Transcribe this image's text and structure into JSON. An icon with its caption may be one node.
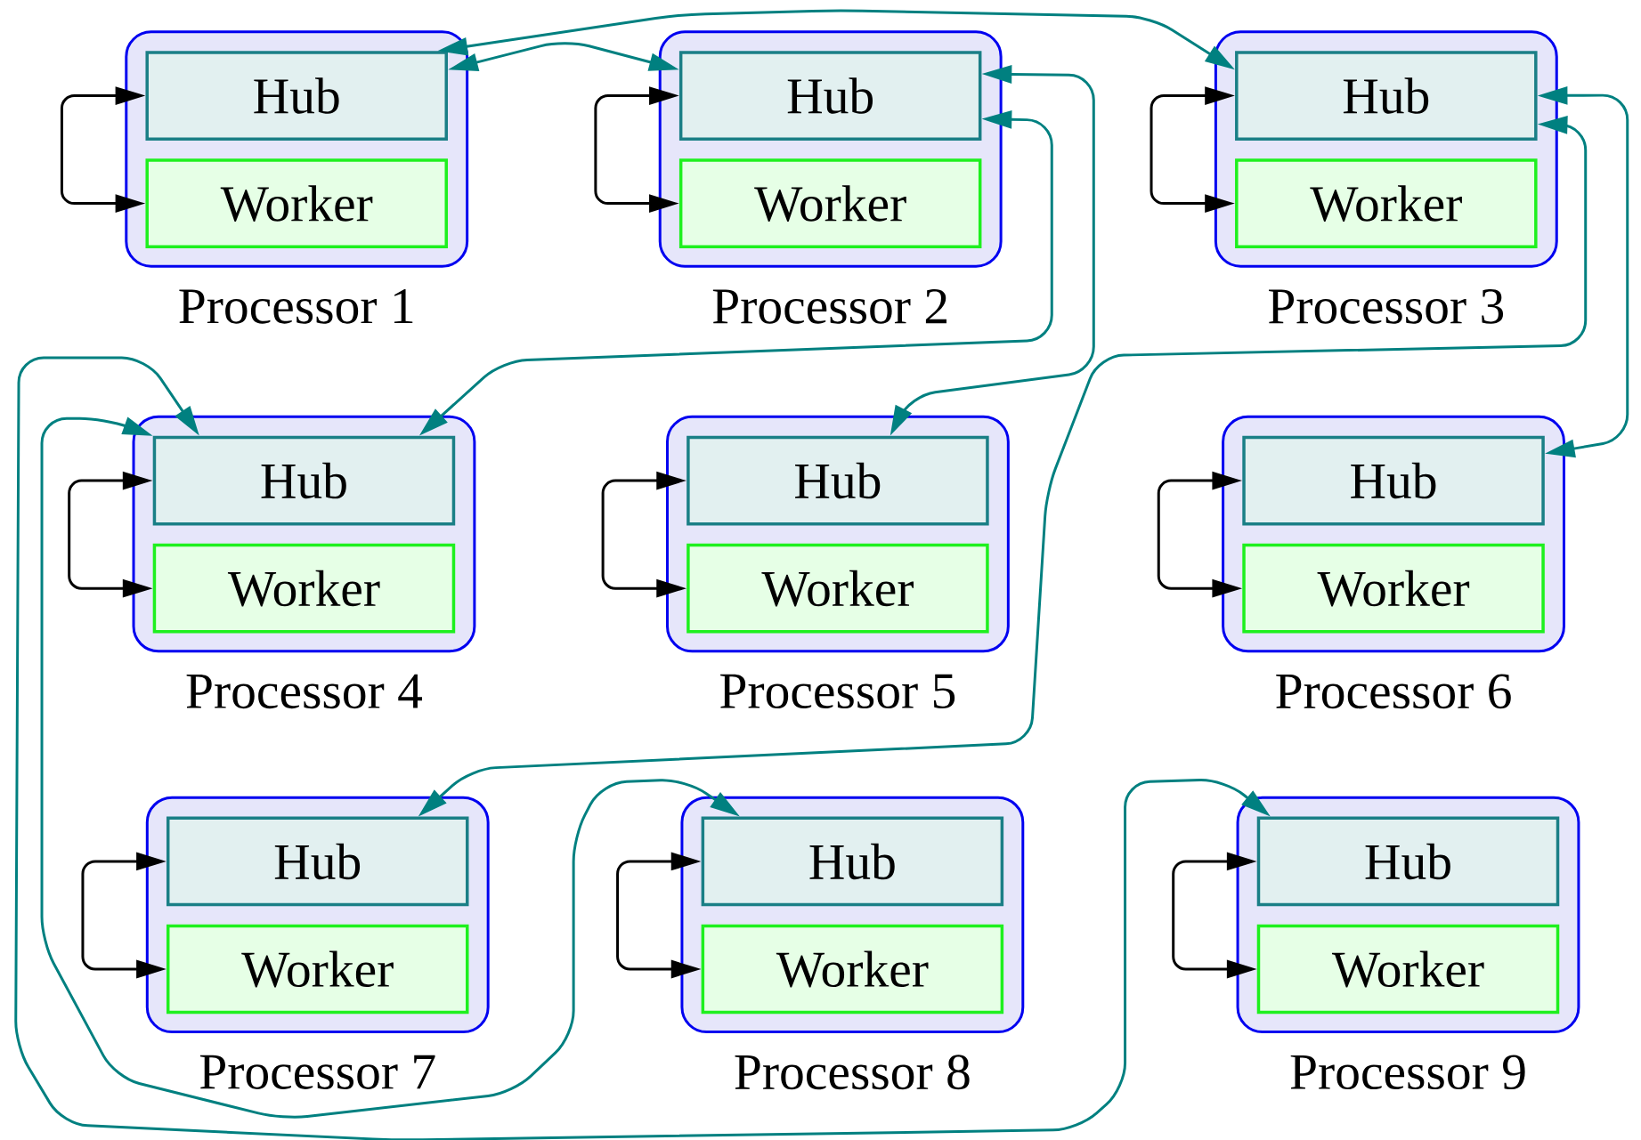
{
  "diagram": {
    "nodes": [
      {
        "text": [
          "Processor 1"
        ]
      },
      {
        "text": [
          "Hub"
        ],
        "in": 0
      },
      {
        "text": [
          "Worker"
        ],
        "in": 0
      },
      {
        "text": [
          "Processor 2"
        ]
      },
      {
        "text": [
          "Hub"
        ],
        "in": 3
      },
      {
        "text": [
          "Worker"
        ],
        "in": 3
      },
      {
        "text": [
          "Processor 3"
        ]
      },
      {
        "text": [
          "Hub"
        ],
        "in": 6
      },
      {
        "text": [
          "Worker"
        ],
        "in": 6
      },
      {
        "text": [
          "Processor 4"
        ]
      },
      {
        "text": [
          "Hub"
        ],
        "in": 9
      },
      {
        "text": [
          "Worker"
        ],
        "in": 9
      },
      {
        "text": [
          "Processor 5"
        ]
      },
      {
        "text": [
          "Hub"
        ],
        "in": 12
      },
      {
        "text": [
          "Worker"
        ],
        "in": 12
      },
      {
        "text": [
          "Processor 6"
        ]
      },
      {
        "text": [
          "Hub"
        ],
        "in": 15
      },
      {
        "text": [
          "Worker"
        ],
        "in": 15
      },
      {
        "text": [
          "Processor 7"
        ]
      },
      {
        "text": [
          "Hub"
        ],
        "in": 18
      },
      {
        "text": [
          "Worker"
        ],
        "in": 18
      },
      {
        "text": [
          "Processor 8"
        ]
      },
      {
        "text": [
          "Hub"
        ],
        "in": 21
      },
      {
        "text": [
          "Worker"
        ],
        "in": 21
      },
      {
        "text": [
          "Processor 9"
        ]
      },
      {
        "text": [
          "Hub"
        ],
        "in": 24
      },
      {
        "text": [
          "Worker"
        ],
        "in": 24
      }
    ],
    "edges": [
      {
        "from": 1,
        "to": 2,
        "arrow": "both"
      },
      {
        "from": 4,
        "to": 5,
        "arrow": "both"
      },
      {
        "from": 7,
        "to": 8,
        "arrow": "both"
      },
      {
        "from": 10,
        "to": 11,
        "arrow": "both"
      },
      {
        "from": 13,
        "to": 14,
        "arrow": "both"
      },
      {
        "from": 16,
        "to": 17,
        "arrow": "both"
      },
      {
        "from": 19,
        "to": 20,
        "arrow": "both"
      },
      {
        "from": 22,
        "to": 23,
        "arrow": "both"
      },
      {
        "from": 25,
        "to": 26,
        "arrow": "both"
      },
      {
        "from": 1,
        "to": 4,
        "arrow": "both",
        "color": "#008080"
      },
      {
        "from": 1,
        "to": 7,
        "arrow": "both",
        "color": "#008080"
      },
      {
        "from": 4,
        "to": 13,
        "arrow": "both",
        "color": "#008080"
      },
      {
        "from": 4,
        "to": 10,
        "arrow": "both",
        "color": "#008080"
      },
      {
        "from": 7,
        "to": 16,
        "arrow": "both",
        "color": "#008080"
      },
      {
        "from": 7,
        "to": 19,
        "arrow": "both",
        "color": "#008080"
      },
      {
        "from": 10,
        "to": 25,
        "arrow": "both",
        "color": "#008080"
      },
      {
        "from": 10,
        "to": 22,
        "arrow": "both",
        "color": "#008080"
      }
    ]
  }
}
